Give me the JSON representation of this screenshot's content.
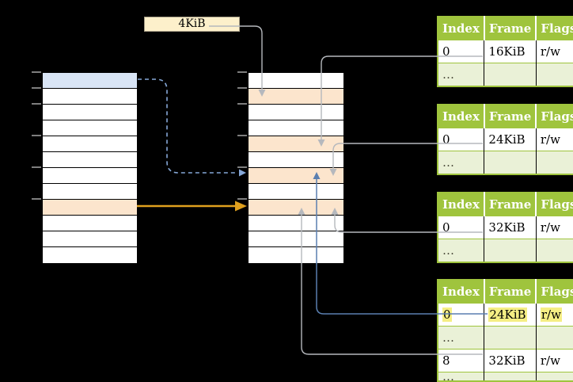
{
  "size_label": "4KiB",
  "colors": {
    "background": "#000000",
    "table_header_green": "#9fc43d",
    "table_row_light_green": "#eaf1d7",
    "highlight_yellow": "#f5ee84",
    "mem_row_blue": "#d9e5f6",
    "mem_row_orange": "#fce5cd",
    "label_cream": "#fdf0cb",
    "connector_gray": "#b5b8bd",
    "connector_blue_solid": "#5a7fb0",
    "connector_blue_dashed": "#86a8d8",
    "connector_orange": "#dfa01e"
  },
  "frame_tables": [
    {
      "headers": [
        "Index",
        "Frame",
        "Flags"
      ],
      "rows": [
        [
          "0",
          "16KiB",
          "r/w"
        ],
        [
          "…",
          "",
          ""
        ]
      ]
    },
    {
      "headers": [
        "Index",
        "Frame",
        "Flags"
      ],
      "rows": [
        [
          "0",
          "24KiB",
          "r/w"
        ],
        [
          "…",
          "",
          ""
        ]
      ]
    },
    {
      "headers": [
        "Index",
        "Frame",
        "Flags"
      ],
      "rows": [
        [
          "0",
          "32KiB",
          "r/w"
        ],
        [
          "…",
          "",
          ""
        ]
      ]
    },
    {
      "headers": [
        "Index",
        "Frame",
        "Flags"
      ],
      "rows": [
        [
          "0",
          "24KiB",
          "r/w"
        ],
        [
          "…",
          "",
          ""
        ],
        [
          "8",
          "32KiB",
          "r/w"
        ],
        [
          "…",
          "",
          ""
        ]
      ]
    }
  ]
}
